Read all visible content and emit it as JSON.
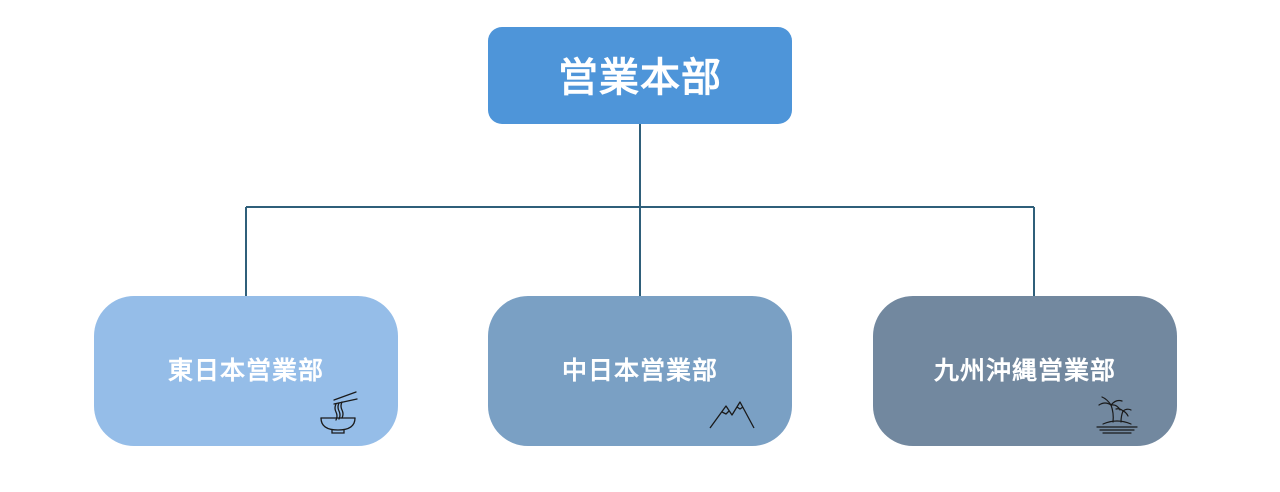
{
  "org_chart": {
    "root": {
      "label": "営業本部",
      "color": "#4e95d9"
    },
    "departments": [
      {
        "label": "東日本営業部",
        "color": "#95bde8",
        "icon": "ramen-bowl-icon"
      },
      {
        "label": "中日本営業部",
        "color": "#7aa0c4",
        "icon": "mountain-icon"
      },
      {
        "label": "九州沖縄営業部",
        "color": "#72889f",
        "icon": "palm-island-icon"
      }
    ],
    "connector_color": "#2f5f7a"
  }
}
